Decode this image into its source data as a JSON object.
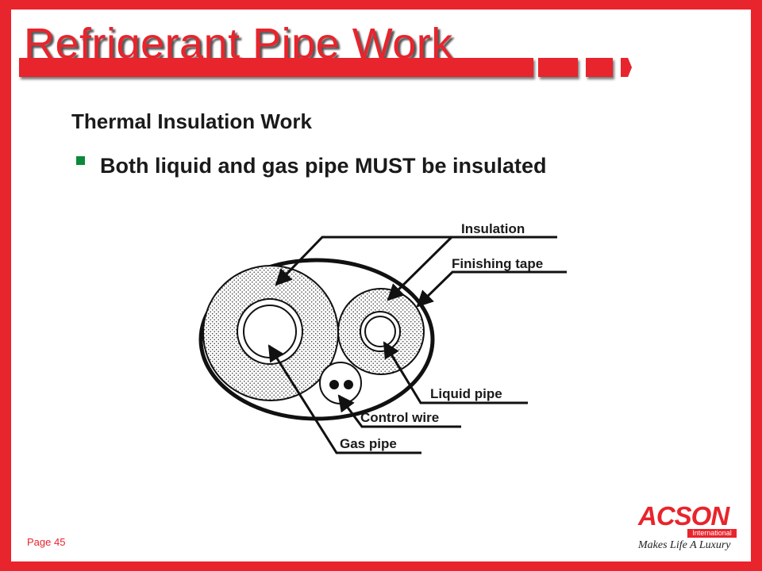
{
  "slide": {
    "title": "Refrigerant Pipe Work",
    "subtitle": "Thermal Insulation Work",
    "bullet": "Both liquid and gas pipe MUST be insulated",
    "page_number": "Page 45"
  },
  "diagram": {
    "labels": {
      "insulation": "Insulation",
      "finishing_tape": "Finishing tape",
      "liquid_pipe": "Liquid pipe",
      "control_wire": "Control wire",
      "gas_pipe": "Gas pipe"
    }
  },
  "logo": {
    "name": "ACSON",
    "sub": "International",
    "tagline": "Makes Life A Luxury"
  },
  "colors": {
    "accent_red": "#e8242c",
    "bullet_green": "#0a8a3a"
  }
}
